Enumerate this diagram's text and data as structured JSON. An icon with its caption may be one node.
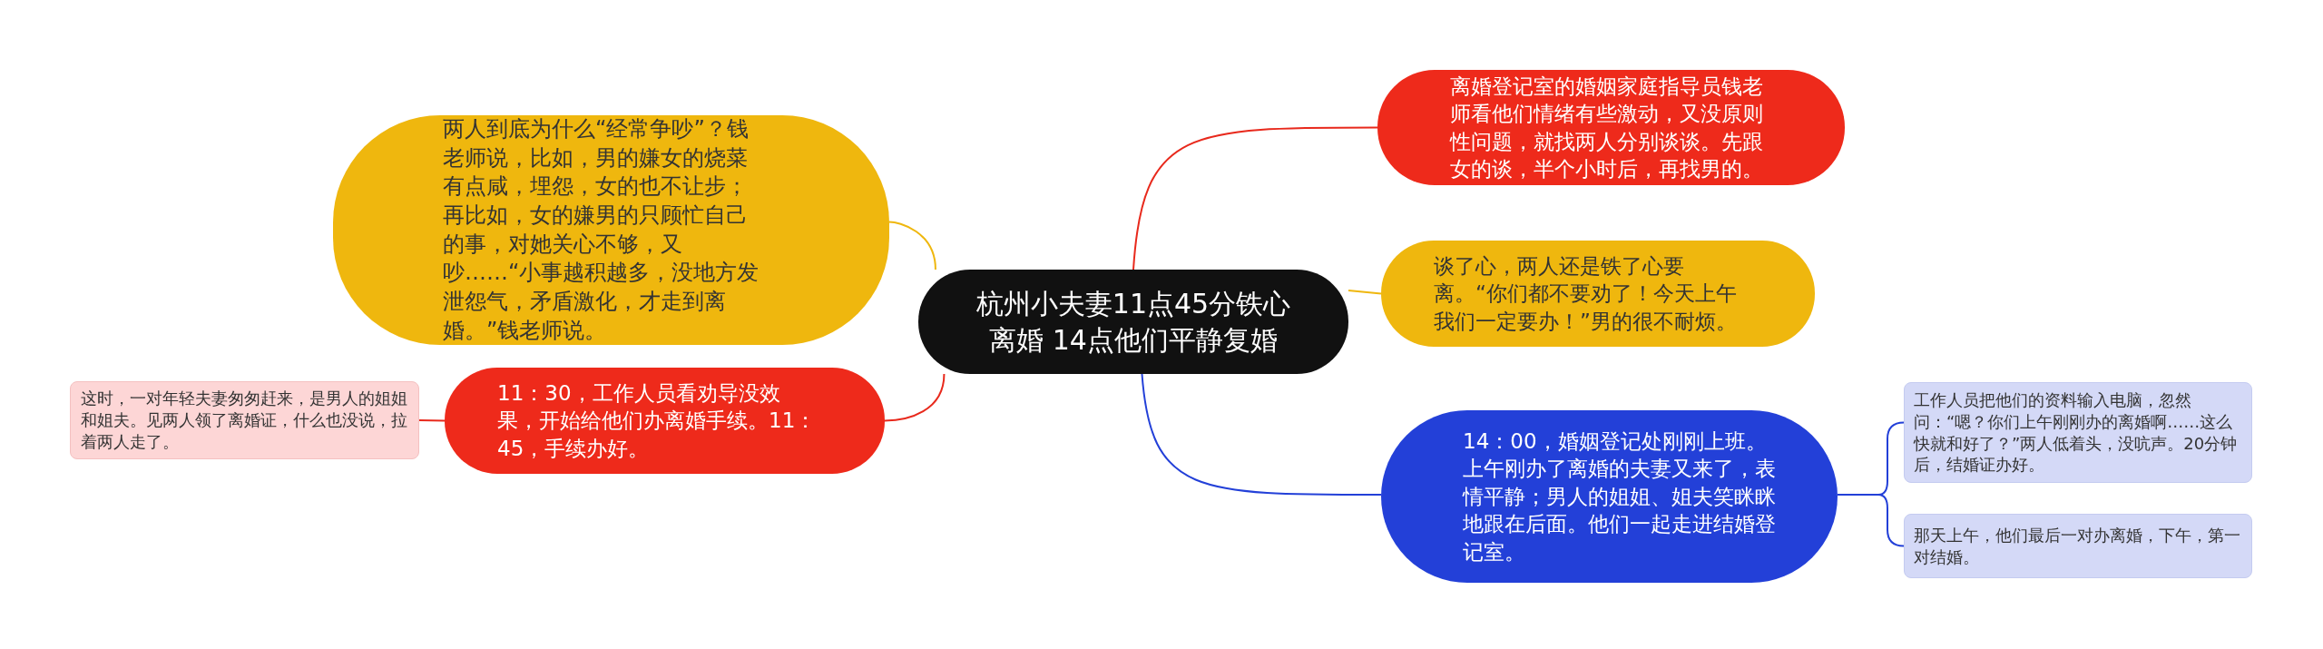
{
  "diagram": {
    "nodes": [
      {
        "text": [
          "杭州小夫妻11点45分铁心离婚 14点他们平静复婚"
        ]
      },
      {
        "text": [
          "两人到底为什么“经常争吵”？钱老师说，比如，男的嫌女的烧菜有点咸，埋怨，女的也不让步；再比如，女的嫌男的只顾忙自己的事，对她关心不够，又吵……“小事越积越多，没地方发泄怨气，矛盾激化，才走到离婚。”钱老师说。"
        ]
      },
      {
        "text": [
          "11：30，工作人员看劝导没效果，开始给他们办离婚手续。11：45，手续办好。"
        ]
      },
      {
        "text": [
          "这时，一对年轻夫妻匆匆赶来，是男人的姐姐和姐夫。见两人领了离婚证，什么也没说，拉着两人走了。"
        ]
      },
      {
        "text": [
          "离婚登记室的婚姻家庭指导员钱老师看他们情绪有些激动，又没原则性问题，就找两人分别谈谈。先跟女的谈，半个小时后，再找男的。"
        ]
      },
      {
        "text": [
          "谈了心，两人还是铁了心要离。“你们都不要劝了！今天上午我们一定要办！”男的很不耐烦。"
        ]
      },
      {
        "text": [
          "14：00，婚姻登记处刚刚上班。上午刚办了离婚的夫妻又来了，表情平静；男人的姐姐、姐夫笑眯眯地跟在后面。他们一起走进结婚登记室。"
        ]
      },
      {
        "text": [
          "工作人员把他们的资料输入电脑，忽然问：“嗯？你们上午刚刚办的离婚啊……这么快就和好了？”两人低着头，没吭声。20分钟后，结婚证办好。"
        ]
      },
      {
        "text": [
          "那天上午，他们最后一对办离婚，下午，第一对结婚。"
        ]
      }
    ],
    "edges": [
      {
        "from": 0,
        "to": 1,
        "arrow": "none",
        "color": "#efb70e"
      },
      {
        "from": 0,
        "to": 2,
        "arrow": "none",
        "color": "#e8291c"
      },
      {
        "from": 2,
        "to": 3,
        "arrow": "none",
        "color": "#e8291c"
      },
      {
        "from": 0,
        "to": 4,
        "arrow": "none",
        "color": "#e8291c"
      },
      {
        "from": 0,
        "to": 5,
        "arrow": "none",
        "color": "#efb70e"
      },
      {
        "from": 0,
        "to": 6,
        "arrow": "none",
        "color": "#2340d8"
      },
      {
        "from": 6,
        "to": 7,
        "arrow": "none",
        "color": "#2340d8"
      },
      {
        "from": 6,
        "to": 8,
        "arrow": "none",
        "color": "#2340d8"
      }
    ]
  }
}
